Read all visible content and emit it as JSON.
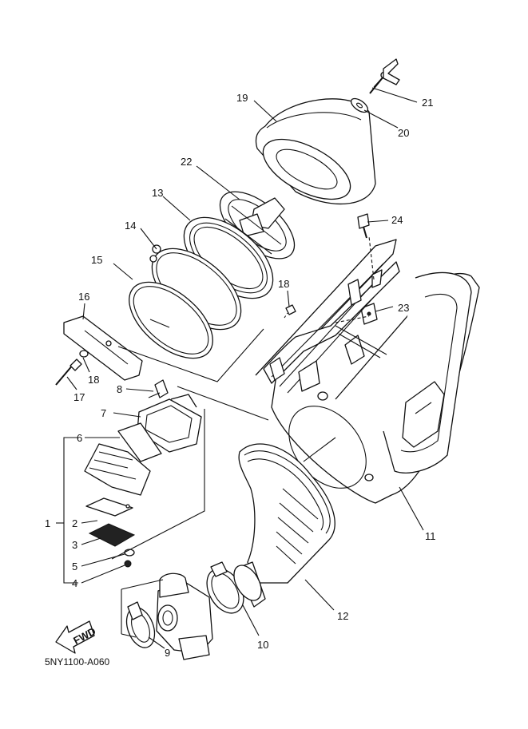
{
  "diagram": {
    "part_code": "5NY1100-A060",
    "fwd_label": "FWD",
    "callouts": [
      "1",
      "2",
      "3",
      "4",
      "5",
      "6",
      "7",
      "8",
      "9",
      "10",
      "11",
      "12",
      "13",
      "14",
      "15",
      "16",
      "17",
      "18",
      "18",
      "19",
      "20",
      "21",
      "22",
      "23",
      "24"
    ]
  }
}
